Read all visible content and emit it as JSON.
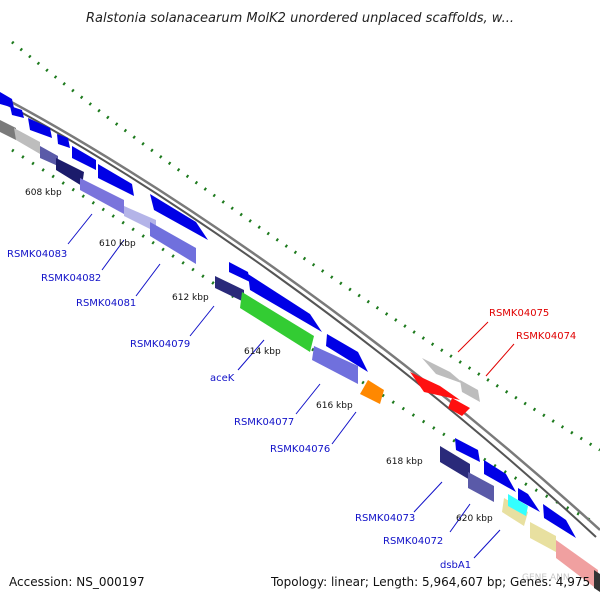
{
  "header": {
    "title": "Ralstonia solanacearum MolK2 unordered unplaced scaffolds, w..."
  },
  "footer": {
    "accession": "Accession: NS_000197",
    "topology": "Topology: linear; Length: 5,964,607 bp; Genes: 4,975",
    "watermark": "GENE ANN"
  },
  "ticks": [
    {
      "label": "608 kbp"
    },
    {
      "label": "610 kbp"
    },
    {
      "label": "612 kbp"
    },
    {
      "label": "614 kbp"
    },
    {
      "label": "616 kbp"
    },
    {
      "label": "618 kbp"
    },
    {
      "label": "620 kbp"
    }
  ],
  "gene_labels": [
    {
      "label": "RSMK04083",
      "strand": "reverse"
    },
    {
      "label": "RSMK04082",
      "strand": "reverse"
    },
    {
      "label": "RSMK04081",
      "strand": "reverse"
    },
    {
      "label": "RSMK04079",
      "strand": "reverse"
    },
    {
      "label": "aceK",
      "strand": "reverse"
    },
    {
      "label": "RSMK04077",
      "strand": "reverse"
    },
    {
      "label": "RSMK04076",
      "strand": "reverse"
    },
    {
      "label": "RSMK04075",
      "strand": "forward"
    },
    {
      "label": "RSMK04074",
      "strand": "forward"
    },
    {
      "label": "RSMK04073",
      "strand": "reverse"
    },
    {
      "label": "RSMK04072",
      "strand": "reverse"
    },
    {
      "label": "dsbA1",
      "strand": "reverse"
    }
  ],
  "colors": {
    "forward_label": "#e00000",
    "reverse_label": "#1010c8",
    "blue_gene": "#0000e6",
    "dark_gene": "#2a2a7a",
    "slate_gene": "#7070dd",
    "green_gene": "#33cc33",
    "orange_gene": "#ff8800",
    "red_gene": "#ff1010",
    "grey_gene": "#bdbdbd",
    "cyan_gene": "#33ffff",
    "khaki_gene": "#e8e0a0",
    "pink_gene": "#f0a0a0",
    "backbone": "#777777",
    "gc_dots": "#1d7a1d"
  }
}
